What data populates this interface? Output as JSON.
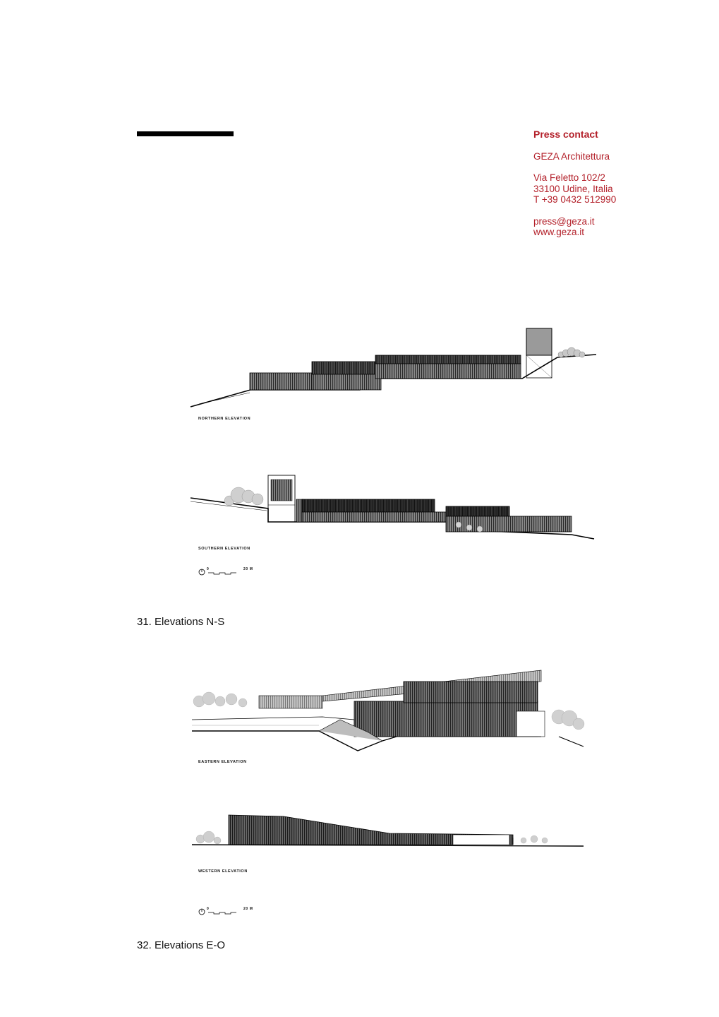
{
  "header": {
    "accent_color": "#000000"
  },
  "contact": {
    "title": "Press contact",
    "company": "GEZA Architettura",
    "address_line1": "Via Feletto 102/2",
    "address_line2": "33100 Udine, Italia",
    "phone": "T +39 0432 512990",
    "email": "press@geza.it",
    "website": "www.geza.it",
    "color": "#b3202a"
  },
  "figures": [
    {
      "caption": "31. Elevations N-S",
      "drawings": [
        {
          "label": "NORTHERN ELEVATION"
        },
        {
          "label": "SOUTHERN ELEVATION"
        }
      ],
      "scale": {
        "start": "0",
        "end": "20 M"
      }
    },
    {
      "caption": "32. Elevations E-O",
      "drawings": [
        {
          "label": "EASTERN ELEVATION"
        },
        {
          "label": "WESTERN ELEVATION"
        }
      ],
      "scale": {
        "start": "0",
        "end": "20 M"
      }
    }
  ]
}
